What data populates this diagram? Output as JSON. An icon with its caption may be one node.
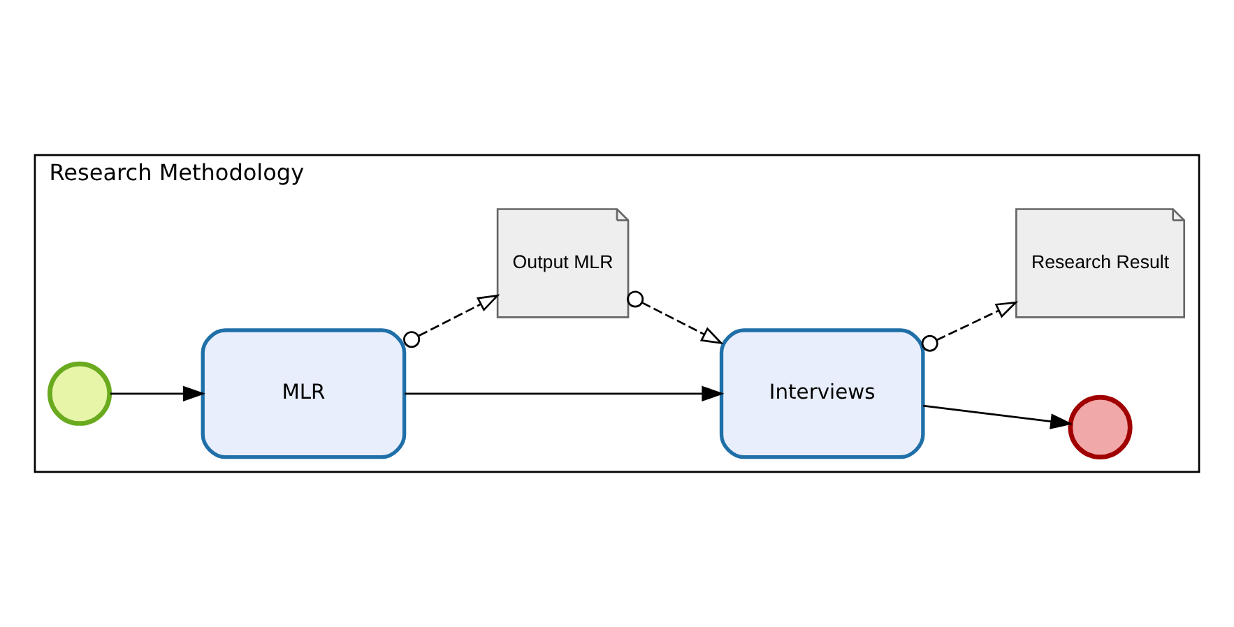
{
  "diagram": {
    "nodes": [
      {
        "text": [
          "Research Methodology"
        ]
      },
      {
        "text": [],
        "shape": "circle",
        "in": 0
      },
      {
        "text": [
          "MLR"
        ],
        "in": 0
      },
      {
        "text": [
          "Interviews"
        ],
        "in": 0
      },
      {
        "text": [],
        "shape": "circle",
        "in": 0
      },
      {
        "text": [
          "Output MLR"
        ],
        "in": 0
      },
      {
        "text": [
          "Research Result"
        ],
        "in": 0
      }
    ],
    "edges": [
      {
        "from": 1,
        "to": 2,
        "arrow": "to"
      },
      {
        "from": 2,
        "to": 3,
        "arrow": "to"
      },
      {
        "from": 3,
        "to": 4,
        "arrow": "to"
      },
      {
        "from": 2,
        "to": 5,
        "arrow": "to",
        "style": "dashed"
      },
      {
        "from": 5,
        "to": 3,
        "arrow": "to",
        "style": "dashed"
      },
      {
        "from": 3,
        "to": 6,
        "arrow": "to",
        "style": "dashed"
      }
    ]
  }
}
